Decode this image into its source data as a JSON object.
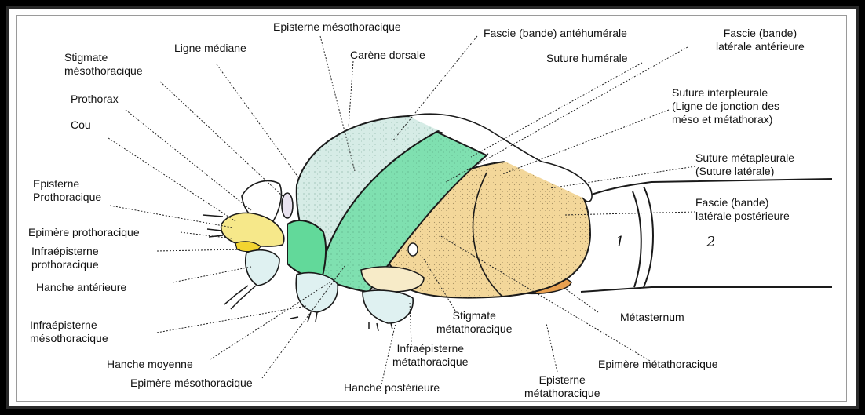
{
  "labels": {
    "episterne_meso": "Episterne mésothoracique",
    "ligne_mediane": "Ligne médiane",
    "stigmate_meso_1": "Stigmate",
    "stigmate_meso_2": "mésothoracique",
    "carene_dorsale": "Carène dorsale",
    "fascie_antehumerale": "Fascie (bande) antéhumérale",
    "fascie_lat_ant_1": "Fascie (bande)",
    "fascie_lat_ant_2": "latérale antérieure",
    "suture_humerale": "Suture humérale",
    "prothorax": "Prothorax",
    "cou": "Cou",
    "suture_interpleurale_1": "Suture interpleurale",
    "suture_interpleurale_2": "(Ligne de jonction des",
    "suture_interpleurale_3": "méso et métathorax)",
    "suture_metapleurale_1": "Suture métapleurale",
    "suture_metapleurale_2": "(Suture latérale)",
    "episterne_pro_1": "Episterne",
    "episterne_pro_2": "Prothoracique",
    "fascie_lat_post_1": "Fascie (bande)",
    "fascie_lat_post_2": "latérale postérieure",
    "epimere_pro": "Epimère prothoracique",
    "infraep_pro_1": "Infraépisterne",
    "infraep_pro_2": "prothoracique",
    "hanche_anterieure": "Hanche antérieure",
    "infraep_meso_1": "Infraépisterne",
    "infraep_meso_2": "mésothoracique",
    "stigmate_meta_1": "Stigmate",
    "stigmate_meta_2": "métathoracique",
    "metasternum": "Métasternum",
    "infraep_meta_1": "Infraépisterne",
    "infraep_meta_2": "métathoracique",
    "hanche_moyenne": "Hanche moyenne",
    "epimere_meta": "Epimère métathoracique",
    "epimere_meso": "Epimère mésothoracique",
    "hanche_posterieure": "Hanche postérieure",
    "episterne_meta_1": "Episterne",
    "episterne_meta_2": "métathoracique",
    "segment_1": "1",
    "segment_2": "2"
  },
  "colors": {
    "frame": "#2a2a2a",
    "mint_pale": "#d6ece6",
    "green_bright": "#62d99a",
    "green_band": "#7fe0b0",
    "yellow_pro": "#f6e88a",
    "yellow_infra": "#f2d430",
    "orange_metasternum": "#e8a050",
    "tan_meta": "#f3d79a",
    "light_blue_coxa": "#dff1f1",
    "cream_infra": "#f7ebc8",
    "outline": "#1a1a1a"
  }
}
